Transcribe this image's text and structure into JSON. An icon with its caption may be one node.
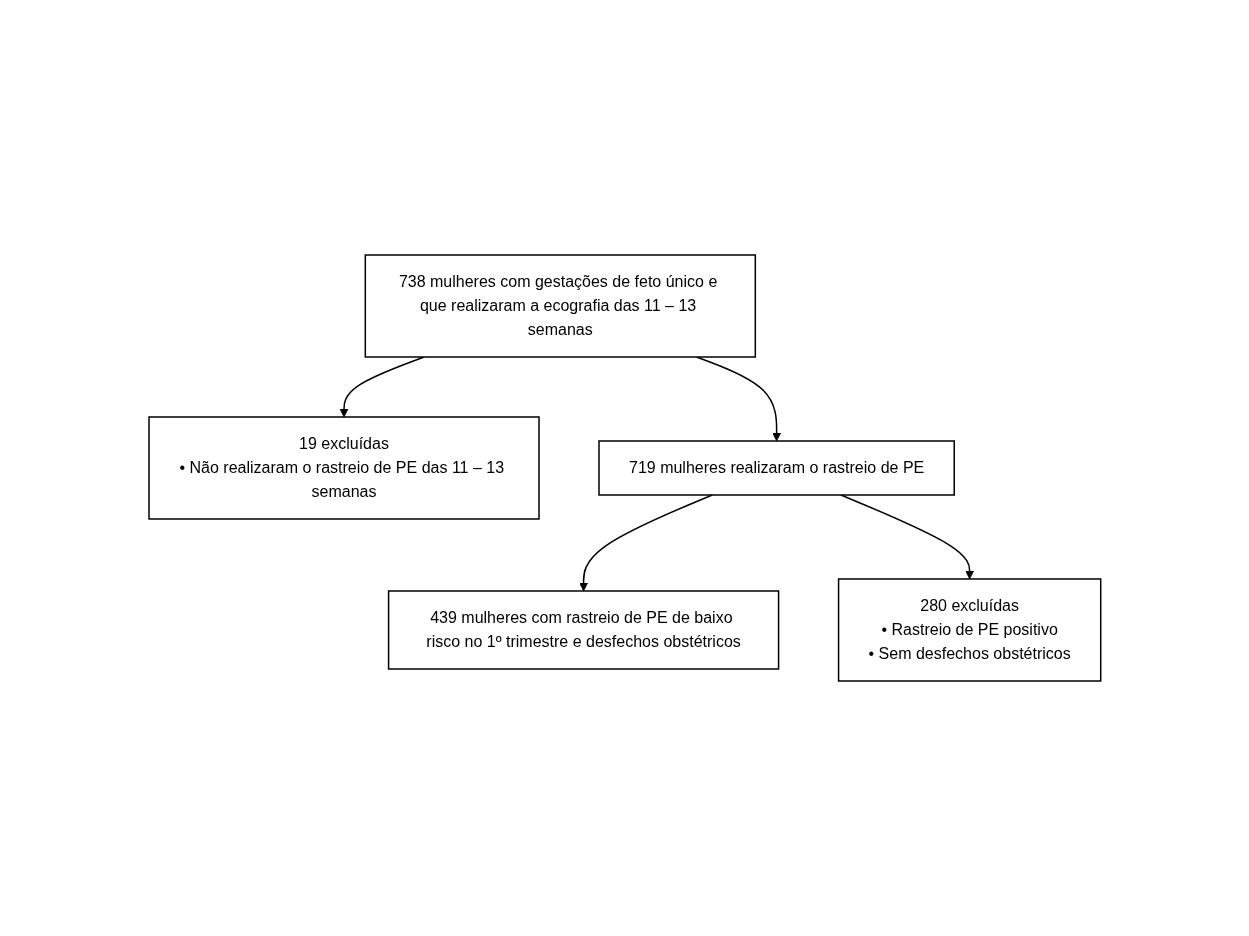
{
  "diagram": {
    "nodes": [
      {
        "text": [
          "738 mulheres com gestações de feto único e que realizaram a ecografia das 11 – 13 semanas"
        ]
      },
      {
        "text": [
          "19 excluídas",
          "• Não realizaram o rastreio de PE das 11 – 13 semanas"
        ]
      },
      {
        "text": [
          "719 mulheres realizaram o rastreio de PE"
        ]
      },
      {
        "text": [
          "280 excluídas",
          "• Rastreio de PE positivo",
          "• Sem desfechos obstétricos"
        ]
      },
      {
        "text": [
          "439 mulheres com rastreio de PE de baixo risco no 1º trimestre e desfechos obstétricos"
        ]
      }
    ],
    "edges": [
      {
        "from": 0,
        "to": 2,
        "arrow": "to"
      },
      {
        "from": 0,
        "to": 1,
        "arrow": "to"
      },
      {
        "from": 2,
        "to": 4,
        "arrow": "to"
      },
      {
        "from": 2,
        "to": 3,
        "arrow": "to"
      }
    ]
  }
}
